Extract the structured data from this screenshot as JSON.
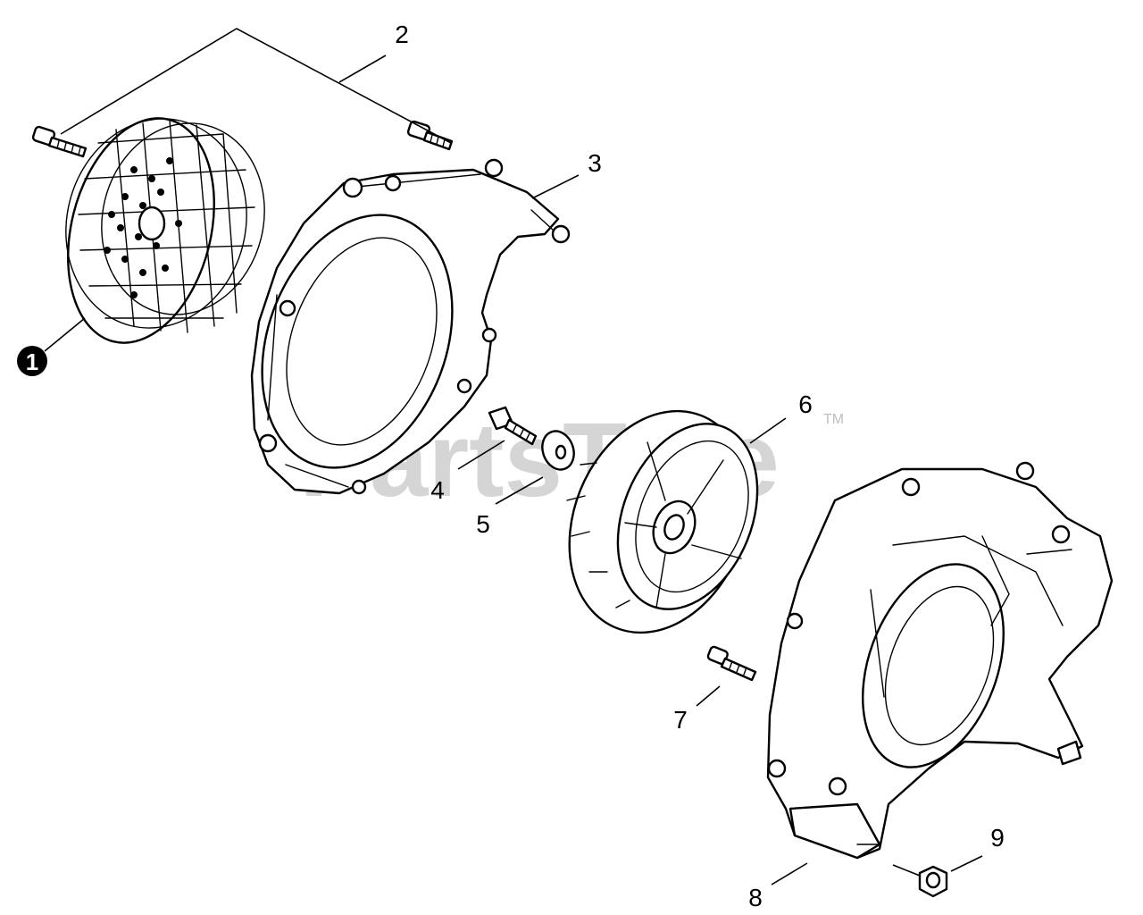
{
  "watermark": {
    "text": "PartsTree",
    "tm": "TM"
  },
  "callouts": [
    {
      "id": "1",
      "label": "1",
      "highlight": true
    },
    {
      "id": "2",
      "label": "2"
    },
    {
      "id": "3",
      "label": "3"
    },
    {
      "id": "4",
      "label": "4"
    },
    {
      "id": "5",
      "label": "5"
    },
    {
      "id": "6",
      "label": "6"
    },
    {
      "id": "7",
      "label": "7"
    },
    {
      "id": "8",
      "label": "8"
    },
    {
      "id": "9",
      "label": "9"
    }
  ],
  "parts": [
    {
      "callout": "1",
      "name": "intake screen"
    },
    {
      "callout": "2",
      "name": "screws"
    },
    {
      "callout": "3",
      "name": "fan cover"
    },
    {
      "callout": "4",
      "name": "bolt"
    },
    {
      "callout": "5",
      "name": "washer"
    },
    {
      "callout": "6",
      "name": "fan"
    },
    {
      "callout": "7",
      "name": "screw"
    },
    {
      "callout": "8",
      "name": "fan case"
    },
    {
      "callout": "9",
      "name": "nut"
    }
  ]
}
